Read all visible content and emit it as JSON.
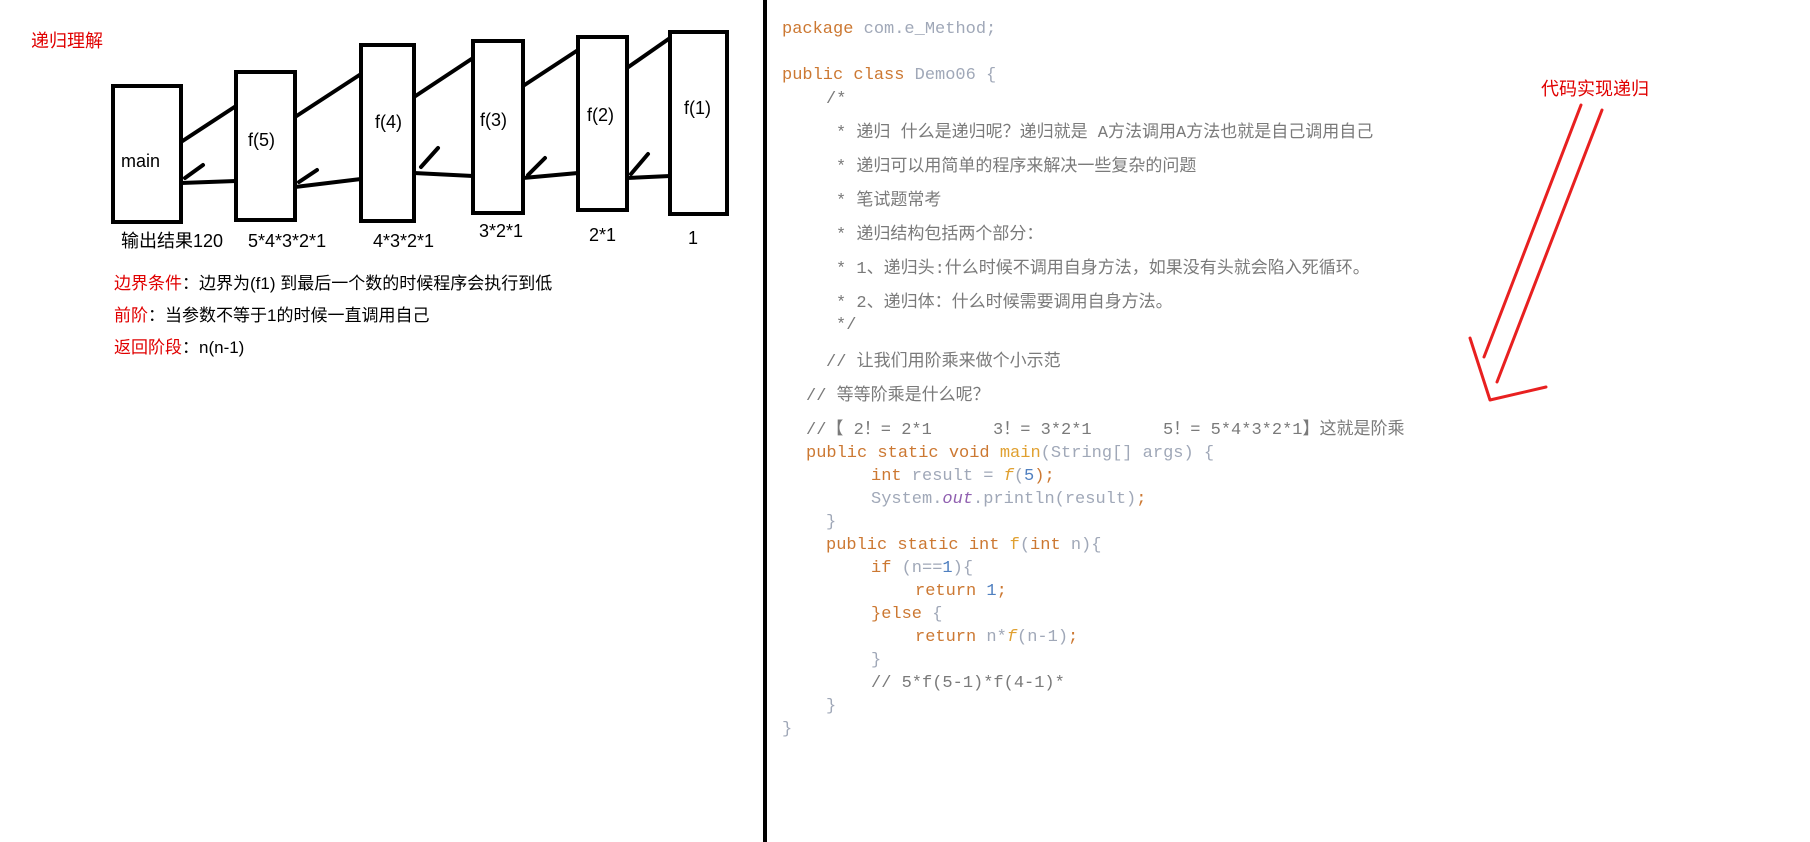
{
  "diagram": {
    "title": "递归理解",
    "boxes": [
      {
        "label": "main",
        "result": "输出结果120"
      },
      {
        "label": "f(5)",
        "result": "5*4*3*2*1"
      },
      {
        "label": "f(4)",
        "result": "4*3*2*1"
      },
      {
        "label": "f(3)",
        "result": "3*2*1"
      },
      {
        "label": "f(2)",
        "result": "2*1"
      },
      {
        "label": "f(1)",
        "result": "1"
      }
    ],
    "notes": [
      {
        "key": "边界条件",
        "value": "：边界为(f1) 到最后一个数的时候程序会执行到低"
      },
      {
        "key": "前阶",
        "value": "：当参数不等于1的时候一直调用自己"
      },
      {
        "key": "返回阶段",
        "value": "：n(n-1)"
      }
    ]
  },
  "annotation": {
    "label": "代码实现递归",
    "color": "#e00000"
  },
  "code": {
    "l1a": "package",
    "l1b": " com.e_Method;",
    "l2a": "public class",
    "l2b": " Demo06 {",
    "l3": "/*",
    "l4": "* 递归 什么是递归呢？递归就是 A方法调用A方法也就是自己调用自己",
    "l5": "* 递归可以用简单的程序来解决一些复杂的问题",
    "l6": "* 笔试题常考",
    "l7": "* 递归结构包括两个部分：",
    "l8": "* 1、递归头:什么时候不调用自身方法，如果没有头就会陷入死循环。",
    "l9": "* 2、递归体：什么时候需要调用自身方法。",
    "l10": "*/",
    "l11": "// 让我们用阶乘来做个小示范",
    "l12": "// 等等阶乘是什么呢？",
    "l13": "//【 2！= 2*1      3！= 3*2*1       5！= 5*4*3*2*1】这就是阶乘",
    "l14a": "public static void",
    "l14b": " main",
    "l14c": "(String[] args) {",
    "l15a": "int",
    "l15b": " result = ",
    "l15c": "f",
    "l15d": "(",
    "l15e": "5",
    "l15f": ");",
    "l16a": "System.",
    "l16b": "out",
    "l16c": ".println(result)",
    "l16d": ";",
    "l17": "}",
    "l18a": "public static int",
    "l18b": " f",
    "l18c": "(",
    "l18d": "int",
    "l18e": " n){",
    "l19a": "if",
    "l19b": " (n==",
    "l19c": "1",
    "l19d": "){",
    "l20a": "return",
    "l20b": " 1",
    "l20c": ";",
    "l21a": "}else",
    "l21b": " {",
    "l22a": "return",
    "l22b": " n*",
    "l22c": "f",
    "l22d": "(n-1)",
    "l22e": ";",
    "l23": "}",
    "l24": "// 5*f(5-1)*f(4-1)*",
    "l25": "}",
    "l26": "}"
  }
}
